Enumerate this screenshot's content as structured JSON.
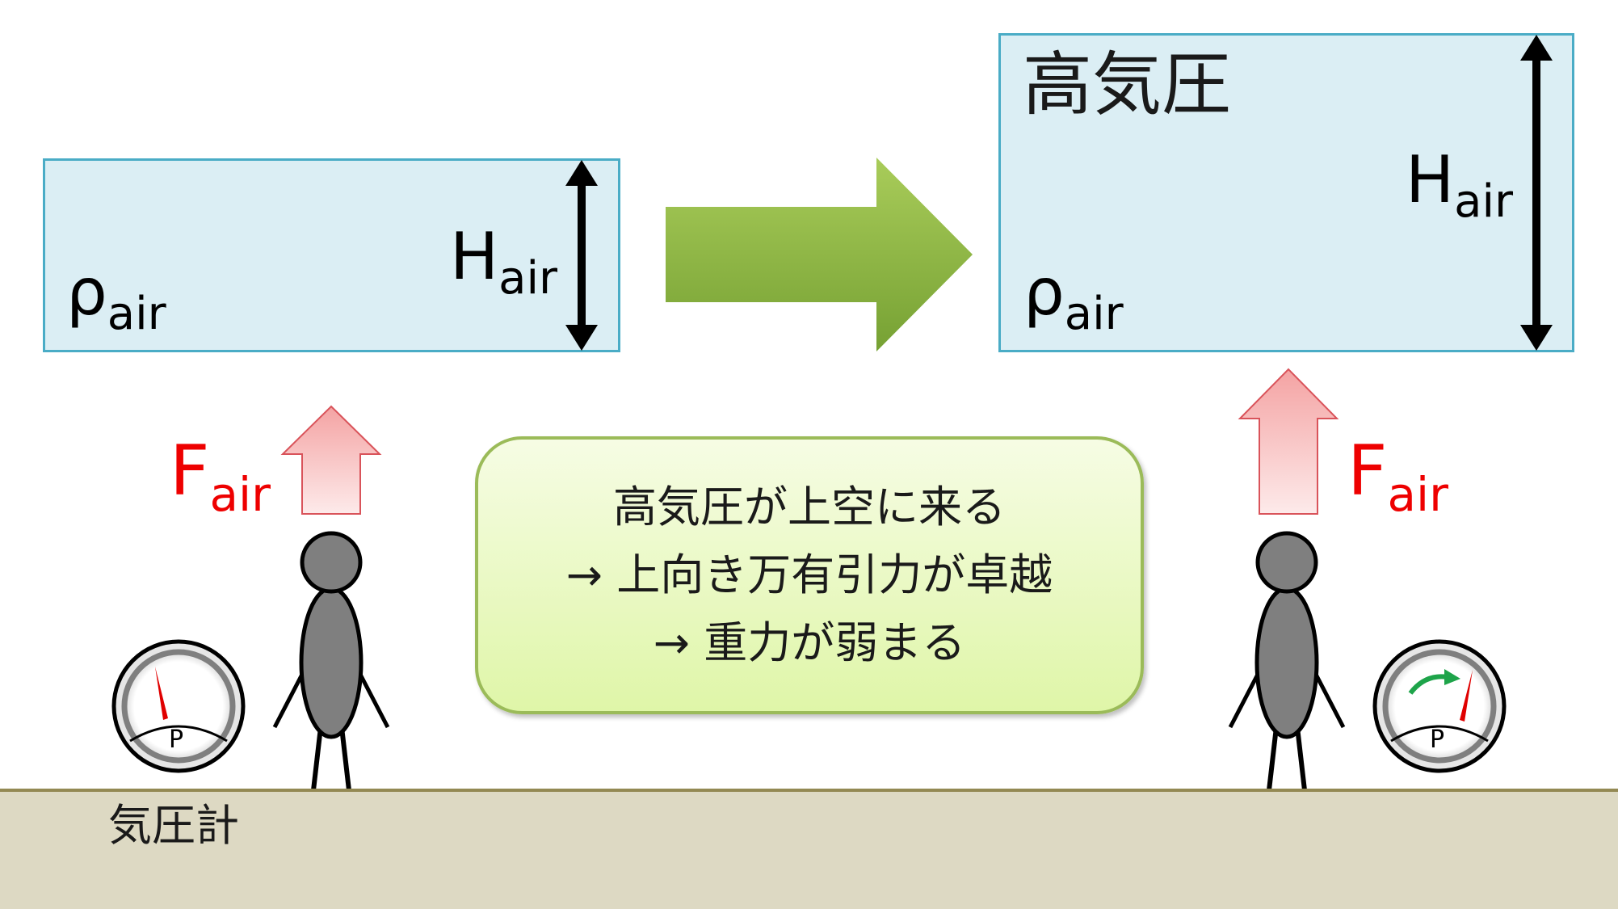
{
  "left_state": {
    "density_symbol": "ρ",
    "density_subscript": "air",
    "height_symbol": "H",
    "height_subscript": "air",
    "force_symbol": "F",
    "force_subscript": "air"
  },
  "right_state": {
    "title": "高気圧",
    "density_symbol": "ρ",
    "density_subscript": "air",
    "height_symbol": "H",
    "height_subscript": "air",
    "force_symbol": "F",
    "force_subscript": "air"
  },
  "callout": {
    "line1": "高気圧が上空に来る",
    "line2": "→ 上向き万有引力が卓越",
    "line3": "→ 重力が弱まる"
  },
  "gauge": {
    "left_label": "P",
    "right_label": "P"
  },
  "ground": {
    "label": "気圧計"
  },
  "colors": {
    "box_fill": "#dbeef4",
    "box_border": "#4aacc6",
    "force_text": "#ee0000",
    "transition_arrow": "#8cb341",
    "callout_border": "#9bbb59",
    "ground": "#ddd9c3"
  }
}
